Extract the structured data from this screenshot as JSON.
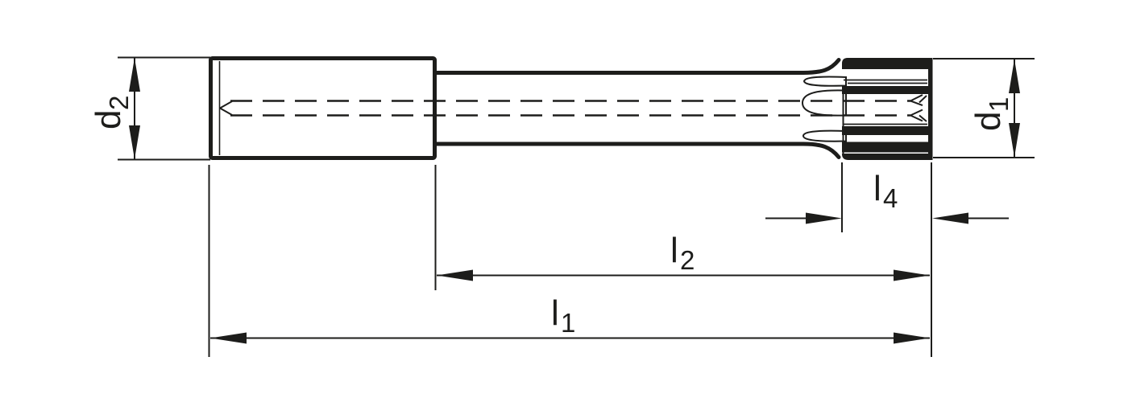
{
  "colors": {
    "ink": "#1d1d1b",
    "background": "#ffffff"
  },
  "labels": {
    "d2": {
      "letter": "d",
      "subscript": "2"
    },
    "d1": {
      "letter": "d",
      "subscript": "1"
    },
    "l4": {
      "letter": "l",
      "subscript": "4"
    },
    "l2": {
      "letter": "l",
      "subscript": "2"
    },
    "l1": {
      "letter": "l",
      "subscript": "1"
    }
  }
}
